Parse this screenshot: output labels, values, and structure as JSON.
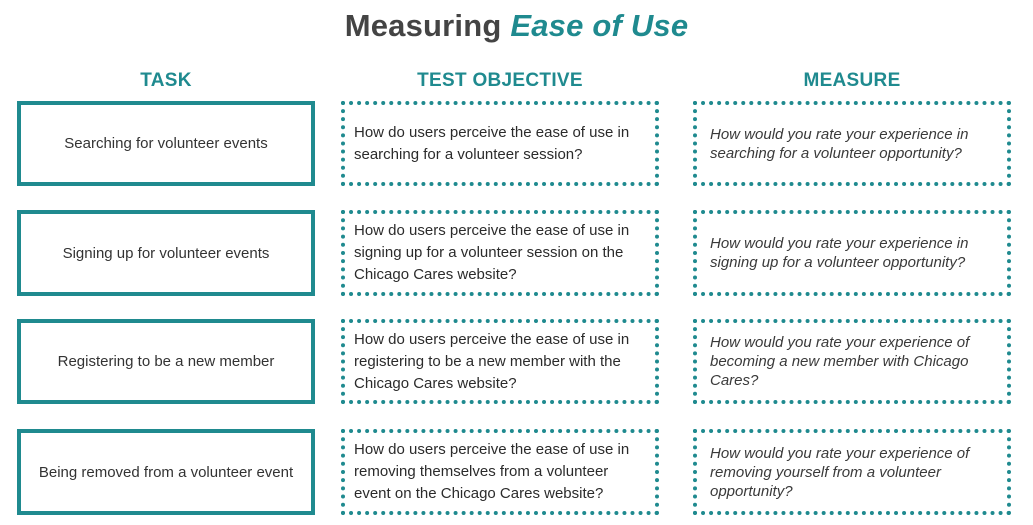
{
  "title": {
    "prefix": "Measuring",
    "accent": "Ease of Use"
  },
  "columns": {
    "task": "TASK",
    "objective": "TEST OBJECTIVE",
    "measure": "MEASURE"
  },
  "rows": [
    {
      "task": "Searching for volunteer events",
      "objective": "How do users perceive the ease of use in searching for a volunteer session?",
      "measure": "How would you rate your experience in searching for a volunteer opportunity?"
    },
    {
      "task": "Signing up for volunteer events",
      "objective": "How do users perceive the ease of use in signing up for a volunteer session on the Chicago Cares website?",
      "measure": "How would you rate your experience in signing up for a volunteer opportunity?"
    },
    {
      "task": "Registering to be a new member",
      "objective": "How do users perceive the ease of use in registering to be a new member with the Chicago Cares website?",
      "measure": "How would you rate your experience of becoming a new member with Chicago Cares?"
    },
    {
      "task": "Being removed from a volunteer event",
      "objective": "How do users perceive the ease of use in removing themselves from a volunteer event on the Chicago Cares website?",
      "measure": "How would you rate your experience of removing yourself from a volunteer opportunity?"
    }
  ],
  "colors": {
    "accent": "#1f8a8f",
    "title": "#444444"
  }
}
